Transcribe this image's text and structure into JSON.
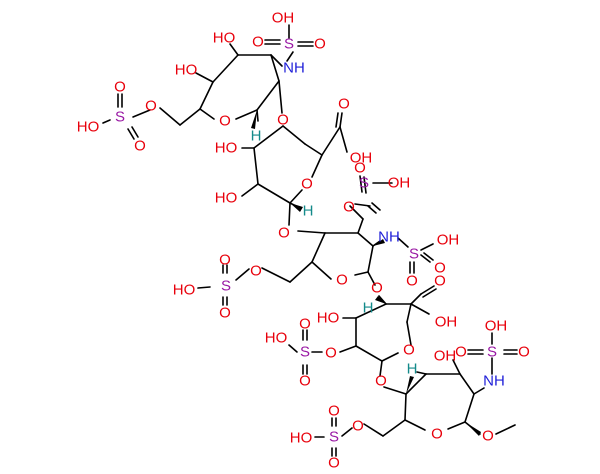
{
  "colors": {
    "oxygen": "#e8000b",
    "nitrogen": "#1f1fd8",
    "sulfur": "#9a1aa5",
    "hydrogen": "#138a8a",
    "bond": "#000000"
  },
  "labels": {
    "oh_top_1": "OH",
    "ho_top_2": "HO",
    "s_top": "S",
    "o_top_a": "O",
    "o_top_b": "O",
    "nh_top": "NH",
    "ho_r1_c3": "HO",
    "ho_r1_c4": "HO",
    "o_ring1_ester": "O",
    "s_r1_sulf": "S",
    "o_r1_sulf_a": "O",
    "o_r1_sulf_b": "O",
    "ho_r1_sulf": "HO",
    "o_ring1": "O",
    "h_ring1": "H",
    "o_link1": "O",
    "o_cooh1": "O",
    "oh_cooh1": "OH",
    "ho_r2_a": "HO",
    "ho_r2_b": "HO",
    "o_ring2": "O",
    "h_ring2": "H",
    "o_sulf3_a": "O",
    "s_sulf3": "S",
    "oh_sulf3": "OH",
    "o_sulf3_b": "O",
    "o_link2": "O",
    "nh_mid": "NH",
    "s_mid": "S",
    "o_mid_a": "O",
    "o_mid_b": "O",
    "oh_mid": "OH",
    "o_ring3": "O",
    "o_r3_ester": "O",
    "ho_r3_sulf": "HO",
    "s_r3_sulf": "S",
    "o_r3_sulf_a": "O",
    "o_r3_sulf_b": "O",
    "o_link3": "O",
    "h_ring4": "H",
    "o_cooh2": "O",
    "oh_cooh2": "OH",
    "ho_r4": "HO",
    "o_ring4": "O",
    "ho_r4_sulf": "HO",
    "s_r4_sulf": "S",
    "o_r4_sulf_a": "O",
    "o_r4_sulf_b": "O",
    "o_r4_ester": "O",
    "o_link4": "O",
    "h_ring5": "H",
    "oh_r5": "OH",
    "oh_r5_sulf": "OH",
    "s_r5": "S",
    "o_r5_a": "O",
    "o_r5_b": "O",
    "nh_r5": "NH",
    "o_r5_ester": "O",
    "ho_r5_sulf": "HO",
    "s_r5_sulf": "S",
    "o_r5_sulf_a": "O",
    "o_r5_sulf_b": "O",
    "o_ring5": "O",
    "o_methoxy": "O"
  }
}
